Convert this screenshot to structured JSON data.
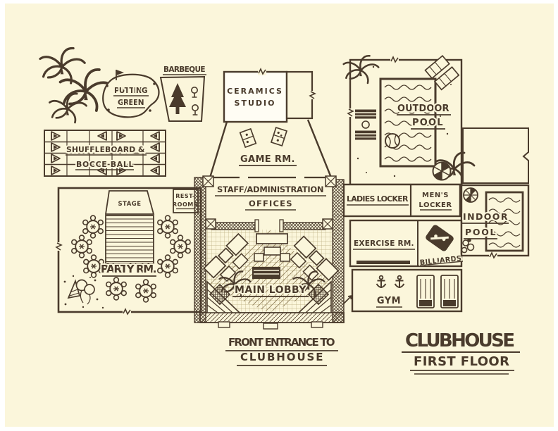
{
  "page": {
    "paper_color": "#fbf6db",
    "ink_color": "#4a3b2c"
  },
  "title_block": {
    "line1": "CLUBHOUSE",
    "line2": "FIRST FLOOR"
  },
  "entrance_label": {
    "line1": "FRONT ENTRANCE TO",
    "line2": "CLUBHOUSE"
  },
  "areas": {
    "putting_green": {
      "line1": "PUTTING",
      "line2": "GREEN"
    },
    "barbeque": {
      "label": "BARBEQUE"
    },
    "shuffleboard": {
      "line1": "SHUFFLEBOARD &",
      "line2": "BOCCE BALL"
    },
    "ceramics_studio": {
      "line1": "CERAMICS",
      "line2": "STUDIO"
    },
    "game_room": {
      "label": "GAME RM."
    },
    "outdoor_pool": {
      "line1": "OUTDOOR",
      "line2": "POOL"
    },
    "staff_offices": {
      "line1": "STAFF/ADMINISTRATION",
      "line2": "OFFICES"
    },
    "main_lobby": {
      "label": "MAIN LOBBY"
    },
    "party_room": {
      "label": "PARTY RM."
    },
    "stage": {
      "label": "STAGE"
    },
    "restrooms": {
      "line1": "REST-",
      "line2": "ROOMS"
    },
    "ladies_locker": {
      "label": "LADIES LOCKER"
    },
    "mens_locker": {
      "line1": "MEN'S",
      "line2": "LOCKER"
    },
    "indoor_pool": {
      "line1": "INDOOR",
      "line2": "POOL"
    },
    "exercise_room": {
      "label": "EXERCISE RM."
    },
    "billiards": {
      "label": "BILLIARDS"
    },
    "gym": {
      "label": "GYM"
    }
  },
  "icons": {
    "palm-tree-icon": "radial palm fronds",
    "flag-icon": "putting-green flag",
    "grill-icon": "bbq grill on post",
    "pine-tree-icon": "solid evergreen",
    "lounge-chair-icon": "sun lounger",
    "beach-ball-icon": "ball in pool",
    "pinwheel-ball-icon": "striped beach ball",
    "umbrella-icon": "beach umbrella top view",
    "dice-table-icon": "game room table",
    "billiard-table-icon": "pool table",
    "free-weight-icon": "gym weight",
    "treadmill-icon": "exercise machine",
    "round-table-icon": "party table with six chairs",
    "balloons-icon": "balloons",
    "party-hat-icon": "party cone with confetti",
    "plant-icon": "potted plant",
    "court-arrow-icon": "shuffleboard court end marker",
    "wall-break-icon": "wall break squiggle",
    "stairs-icon": "corner entry steps",
    "planter-icon": "hatched planter box",
    "reception-desk-icon": "lobby desk",
    "sofa-icon": "lobby seating group"
  }
}
